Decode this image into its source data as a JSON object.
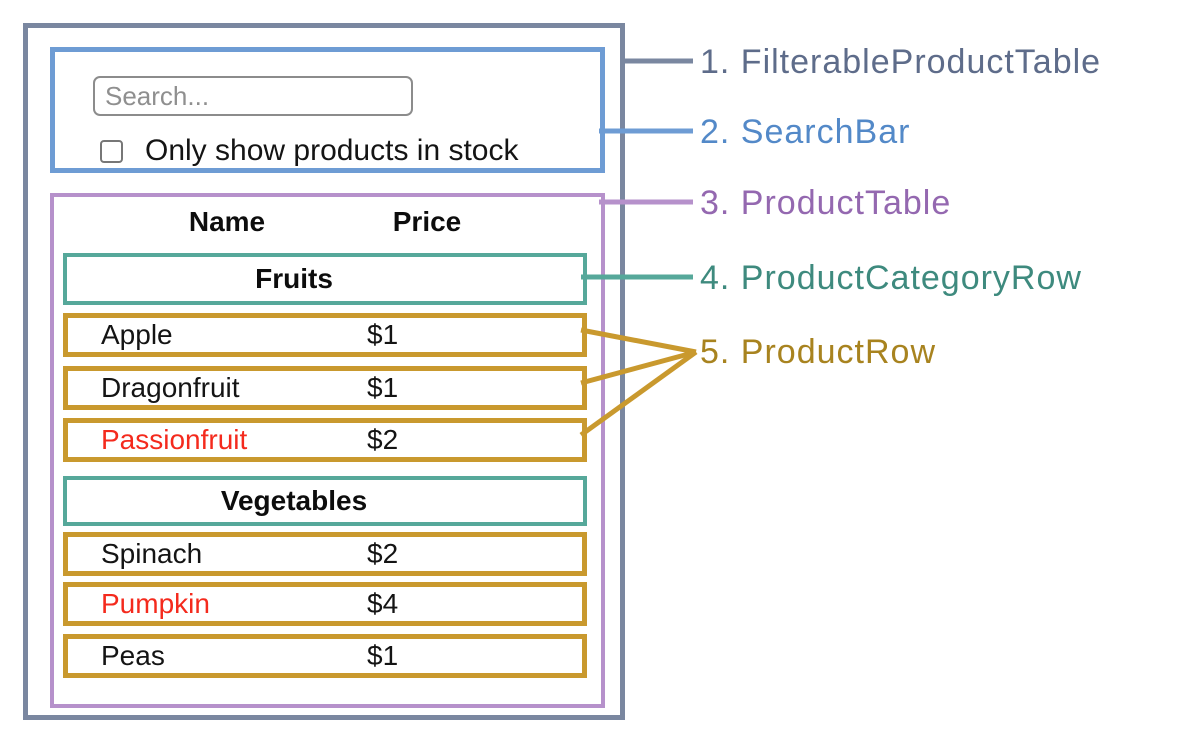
{
  "palette": {
    "slate": "#7A87A0",
    "slate_text": "#5E6C8A",
    "blue": "#6E9CD4",
    "blue_text": "#5389C8",
    "purple": "#B691CB",
    "purple_text": "#9468B0",
    "teal": "#56A89A",
    "teal_text": "#3E8A7E",
    "gold": "#C9992E",
    "gold_text": "#A8831F",
    "red": "#F42A1D",
    "black": "#141414"
  },
  "search_bar": {
    "input_placeholder": "Search...",
    "input_value": "",
    "checkbox_checked": false,
    "checkbox_label": "Only show products in stock"
  },
  "product_table": {
    "columns": {
      "name": "Name",
      "price": "Price"
    },
    "sections": [
      {
        "category": "Fruits",
        "rows": [
          {
            "name": "Apple",
            "price": "$1",
            "name_color": "#141414"
          },
          {
            "name": "Dragonfruit",
            "price": "$1",
            "name_color": "#141414"
          },
          {
            "name": "Passionfruit",
            "price": "$2",
            "name_color": "#F42A1D"
          }
        ]
      },
      {
        "category": "Vegetables",
        "rows": [
          {
            "name": "Spinach",
            "price": "$2",
            "name_color": "#141414"
          },
          {
            "name": "Pumpkin",
            "price": "$4",
            "name_color": "#F42A1D"
          },
          {
            "name": "Peas",
            "price": "$1",
            "name_color": "#141414"
          }
        ]
      }
    ]
  },
  "legend": {
    "items": [
      {
        "label": "1. FilterableProductTable",
        "color": "#5E6C8A"
      },
      {
        "label": "2. SearchBar",
        "color": "#5389C8"
      },
      {
        "label": "3. ProductTable",
        "color": "#9468B0"
      },
      {
        "label": "4. ProductCategoryRow",
        "color": "#3E8A7E"
      },
      {
        "label": "5. ProductRow",
        "color": "#A8831F"
      }
    ]
  }
}
